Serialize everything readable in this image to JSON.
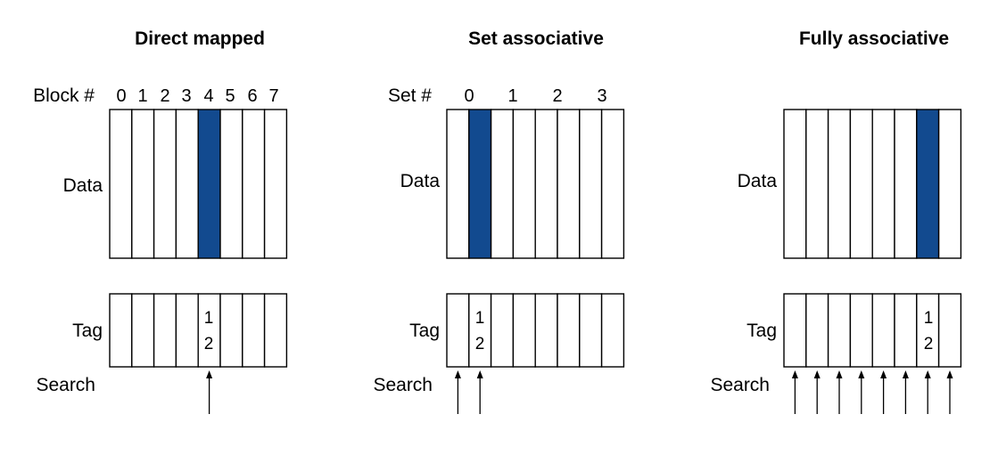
{
  "highlight_color": "#124a8f",
  "panels": [
    {
      "title": "Direct mapped",
      "index_label": "Block #",
      "indices": [
        "0",
        "1",
        "2",
        "3",
        "4",
        "5",
        "6",
        "7"
      ],
      "data_label": "Data",
      "tag_label": "Tag",
      "search_label": "Search",
      "highlight_block": 4,
      "tag_text": [
        "1",
        "2"
      ],
      "search_blocks": [
        4
      ]
    },
    {
      "title": "Set associative",
      "index_label": "Set #",
      "indices": [
        "0",
        "1",
        "2",
        "3"
      ],
      "data_label": "Data",
      "tag_label": "Tag",
      "search_label": "Search",
      "highlight_block": 1,
      "tag_text": [
        "1",
        "2"
      ],
      "search_blocks": [
        0,
        1
      ]
    },
    {
      "title": "Fully associative",
      "index_label": "",
      "indices": [],
      "data_label": "Data",
      "tag_label": "Tag",
      "search_label": "Search",
      "highlight_block": 6,
      "tag_text": [
        "1",
        "2"
      ],
      "search_blocks": [
        0,
        1,
        2,
        3,
        4,
        5,
        6,
        7
      ]
    }
  ]
}
